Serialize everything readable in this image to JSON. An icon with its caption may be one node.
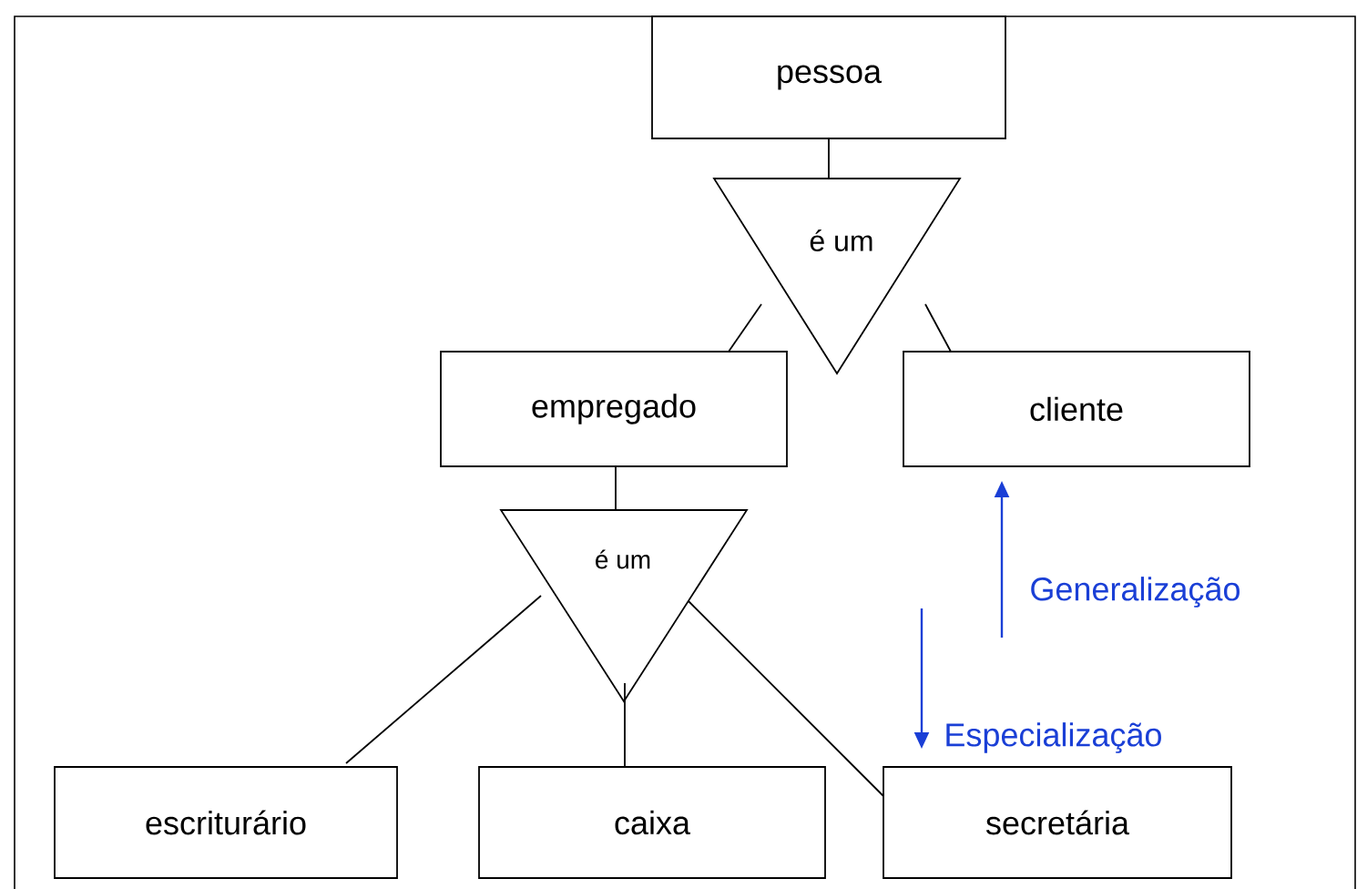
{
  "diagram": {
    "nodes": [
      {
        "text": [
          "pessoa"
        ]
      },
      {
        "text": [
          "é um"
        ]
      },
      {
        "text": [
          "empregado"
        ]
      },
      {
        "text": [
          "cliente"
        ]
      },
      {
        "text": [
          "é um"
        ]
      },
      {
        "text": [
          "escriturário"
        ]
      },
      {
        "text": [
          "caixa"
        ]
      },
      {
        "text": [
          "secretária"
        ]
      }
    ],
    "edges": [
      {
        "from": 0,
        "to": 1,
        "arrow": "none"
      },
      {
        "from": 1,
        "to": 2,
        "arrow": "none"
      },
      {
        "from": 1,
        "to": 3,
        "arrow": "none"
      },
      {
        "from": 2,
        "to": 4,
        "arrow": "none"
      },
      {
        "from": 4,
        "to": 5,
        "arrow": "none"
      },
      {
        "from": 4,
        "to": 6,
        "arrow": "none"
      },
      {
        "from": 4,
        "to": 7,
        "arrow": "none"
      }
    ],
    "labels": [
      "Generalização",
      "Especialização"
    ]
  }
}
